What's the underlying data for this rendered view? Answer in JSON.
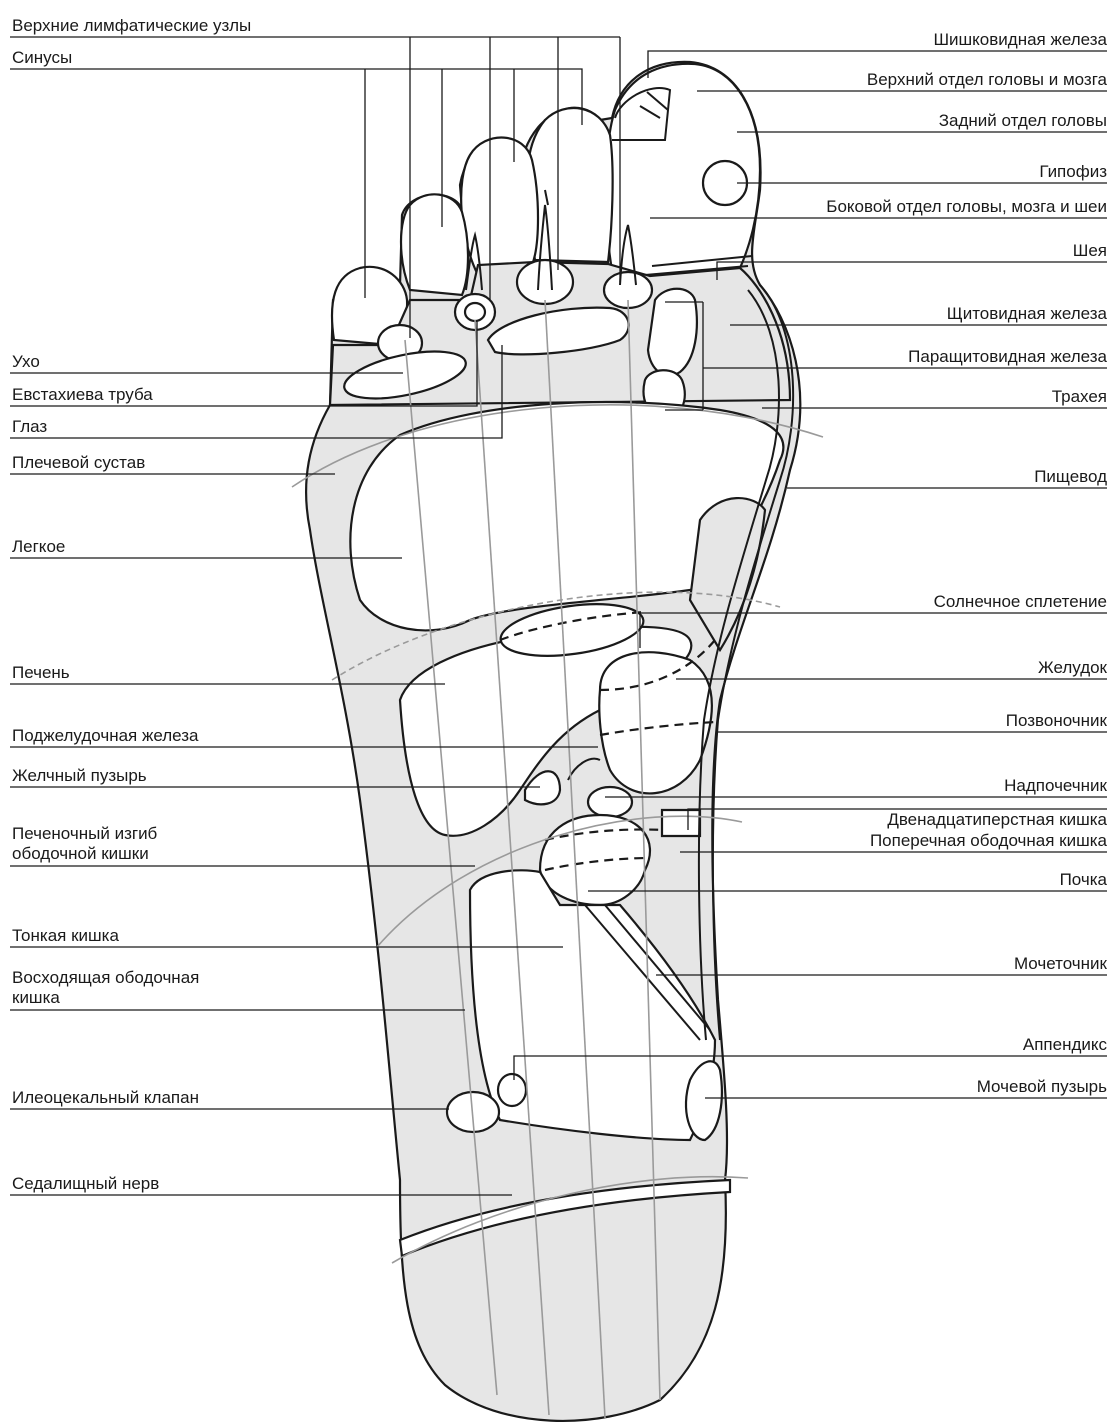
{
  "labels_left": [
    {
      "id": "upper-lymph-nodes",
      "lines": [
        "Верхние лимфатические узлы"
      ]
    },
    {
      "id": "sinuses",
      "lines": [
        "Синусы"
      ]
    },
    {
      "id": "ear",
      "lines": [
        "Ухо"
      ]
    },
    {
      "id": "eustachian-tube",
      "lines": [
        "Евстахиева труба"
      ]
    },
    {
      "id": "eye",
      "lines": [
        "Глаз"
      ]
    },
    {
      "id": "shoulder-joint",
      "lines": [
        "Плечевой сустав"
      ]
    },
    {
      "id": "lung",
      "lines": [
        "Легкое"
      ]
    },
    {
      "id": "liver",
      "lines": [
        "Печень"
      ]
    },
    {
      "id": "pancreas",
      "lines": [
        "Поджелудочная железа"
      ]
    },
    {
      "id": "gallbladder",
      "lines": [
        "Желчный пузырь"
      ]
    },
    {
      "id": "hepatic-flexure",
      "lines": [
        "Печеночный изгиб",
        "ободочной кишки"
      ]
    },
    {
      "id": "small-intestine",
      "lines": [
        "Тонкая кишка"
      ]
    },
    {
      "id": "ascending-colon",
      "lines": [
        "Восходящая ободочная",
        "кишка"
      ]
    },
    {
      "id": "ileocecal-valve",
      "lines": [
        "Илеоцекальный клапан"
      ]
    },
    {
      "id": "sciatic-nerve",
      "lines": [
        "Седалищный нерв"
      ]
    }
  ],
  "labels_right": [
    {
      "id": "pineal-gland",
      "lines": [
        "Шишковидная железа"
      ]
    },
    {
      "id": "upper-head-brain",
      "lines": [
        "Верхний отдел головы и мозга"
      ]
    },
    {
      "id": "back-of-head",
      "lines": [
        "Задний отдел головы"
      ]
    },
    {
      "id": "pituitary",
      "lines": [
        "Гипофиз"
      ]
    },
    {
      "id": "side-head-neck",
      "lines": [
        "Боковой отдел головы, мозга и шеи"
      ]
    },
    {
      "id": "neck",
      "lines": [
        "Шея"
      ]
    },
    {
      "id": "thyroid",
      "lines": [
        "Щитовидная железа"
      ]
    },
    {
      "id": "parathyroid",
      "lines": [
        "Паращитовидная железа"
      ]
    },
    {
      "id": "trachea",
      "lines": [
        "Трахея"
      ]
    },
    {
      "id": "esophagus",
      "lines": [
        "Пищевод"
      ]
    },
    {
      "id": "solar-plexus",
      "lines": [
        "Солнечное сплетение"
      ]
    },
    {
      "id": "stomach",
      "lines": [
        "Желудок"
      ]
    },
    {
      "id": "spine",
      "lines": [
        "Позвоночник"
      ]
    },
    {
      "id": "adrenal",
      "lines": [
        "Надпочечник"
      ]
    },
    {
      "id": "duodenum",
      "lines": [
        "Двенадцатиперстная кишка"
      ]
    },
    {
      "id": "transverse-colon",
      "lines": [
        "Поперечная ободочная кишка"
      ]
    },
    {
      "id": "kidney",
      "lines": [
        "Почка"
      ]
    },
    {
      "id": "ureter",
      "lines": [
        "Мочеточник"
      ]
    },
    {
      "id": "appendix",
      "lines": [
        "Аппендикс"
      ]
    },
    {
      "id": "bladder",
      "lines": [
        "Мочевой пузырь"
      ]
    }
  ],
  "colors": {
    "zone_fill": "#e6e6e6",
    "line": "#1a1a1a",
    "guide": "#9a9a9a"
  }
}
